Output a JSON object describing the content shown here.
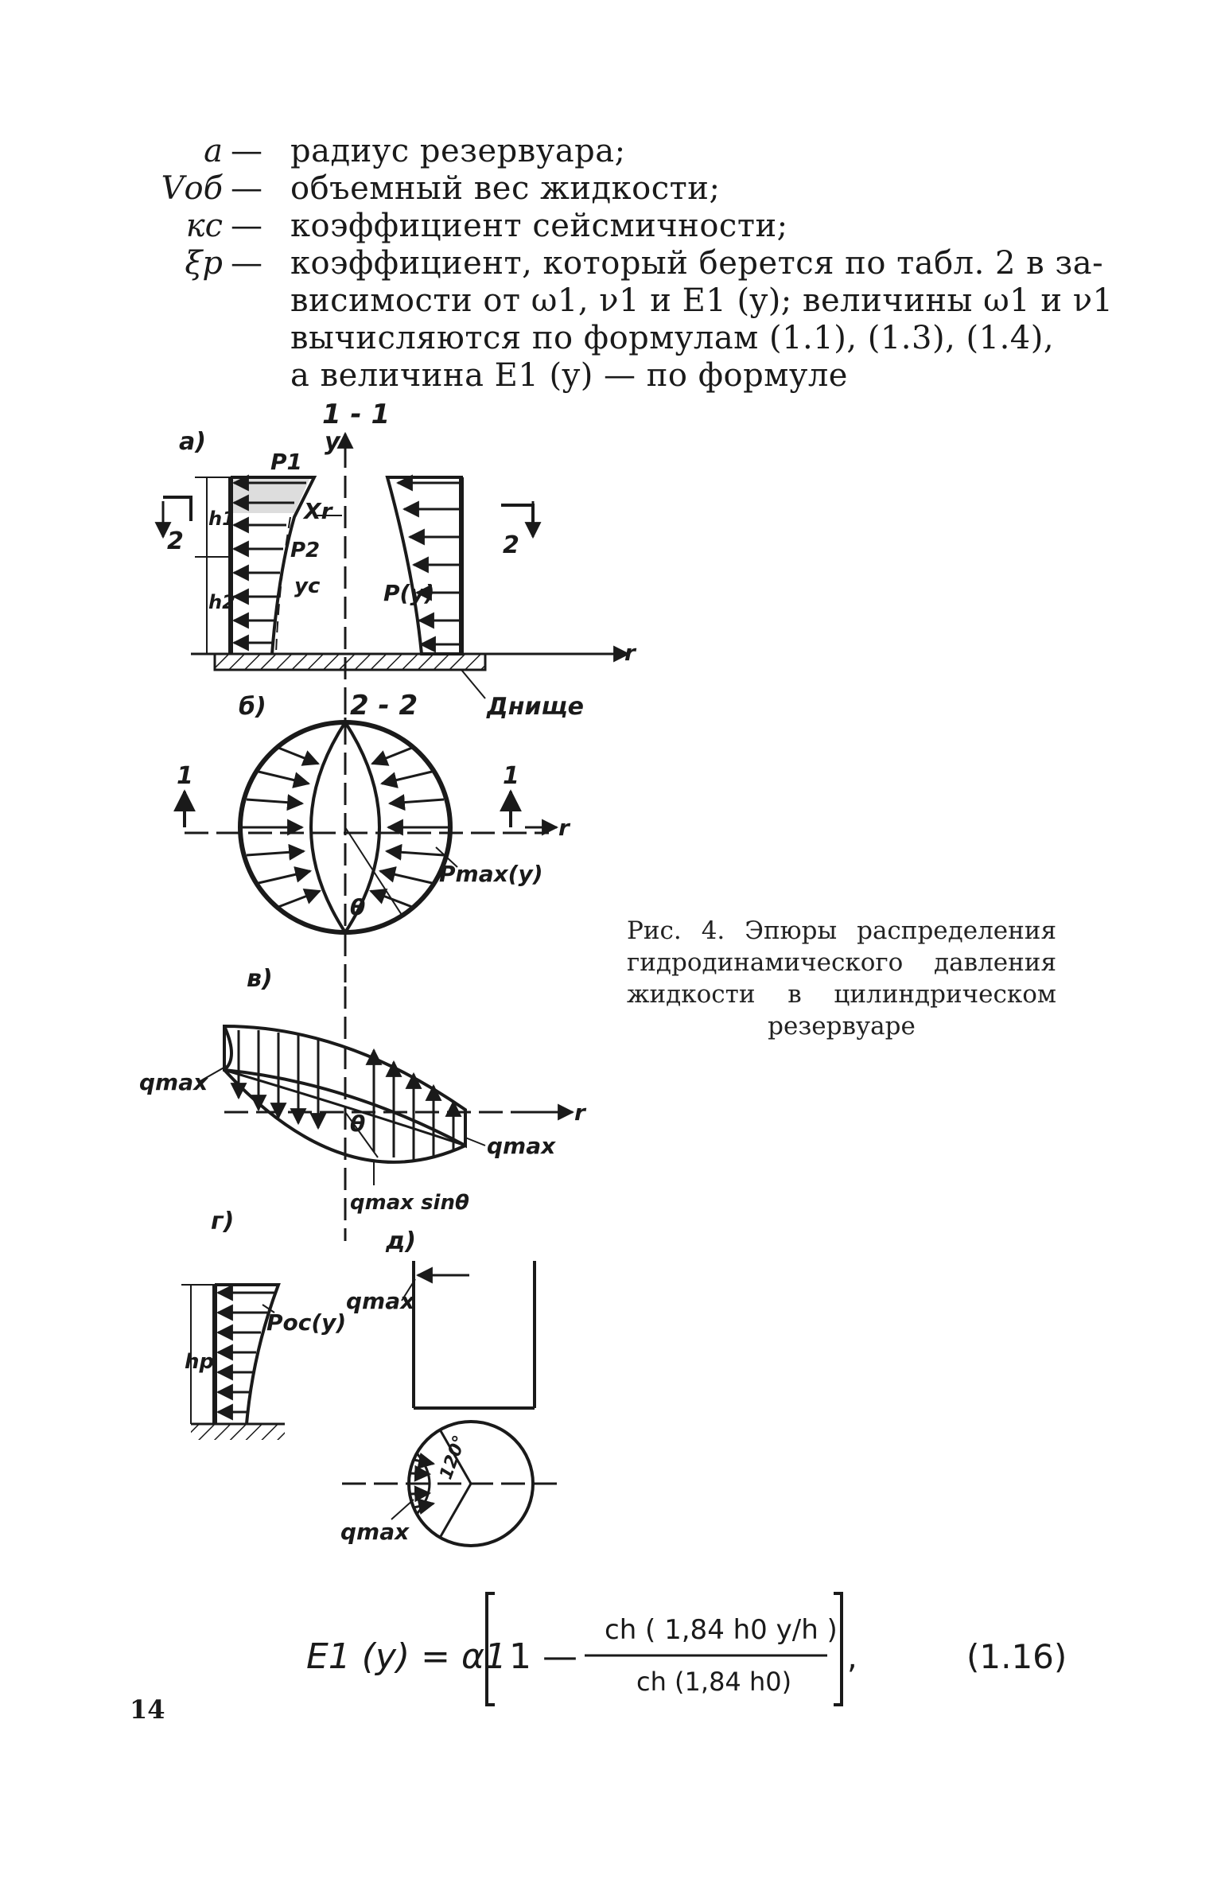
{
  "definitions": [
    {
      "symbol": "a",
      "dash": "—",
      "text": "радиус резервуара;"
    },
    {
      "symbol": "Vоб",
      "dash": "—",
      "text": "объемный вес жидкости;"
    },
    {
      "symbol": "кс",
      "dash": "—",
      "text": "коэффициент сейсмичности;"
    },
    {
      "symbol": "ξр",
      "dash": "—",
      "text": "коэффициент, который берется по табл. 2 в за-"
    }
  ],
  "continuation": [
    "висимости от ω1, ν1 и E1 (y); величины ω1 и ν1",
    "вычисляются по формулам (1.1), (1.3), (1.4),",
    "а величина E1 (y) — по формуле"
  ],
  "figure": {
    "labels": {
      "a": "а)",
      "b": "б)",
      "v": "в)",
      "g": "г)",
      "d": "д)",
      "sec11": "1 - 1",
      "sec22": "2 - 2",
      "y": "y",
      "r": "r",
      "p1": "P1",
      "p2": "P2",
      "py": "P(y)",
      "xr": "Xr",
      "yc": "yc",
      "h1": "h1",
      "h2": "h2",
      "two": "2",
      "one": "1",
      "bottom": "Днище",
      "pmax": "Pmax(y)",
      "theta": "θ",
      "qmax": "qmax",
      "qmaxsin": "qmax sinθ",
      "poc": "Pос(y)",
      "hp": "hp",
      "angle120": "120°"
    },
    "caption": [
      "Рис. 4. Эпюры распределения",
      "гидродинамического давления",
      "жидкости в цилиндрическом",
      "резервуаре"
    ]
  },
  "equation": {
    "lhs": "E1 (y) = α1",
    "one": "1 —",
    "num": "ch ( 1,84 h0 y/h )",
    "den": "ch (1,84 h0)",
    "tail": ",",
    "number": "(1.16)"
  },
  "page_number": "14"
}
